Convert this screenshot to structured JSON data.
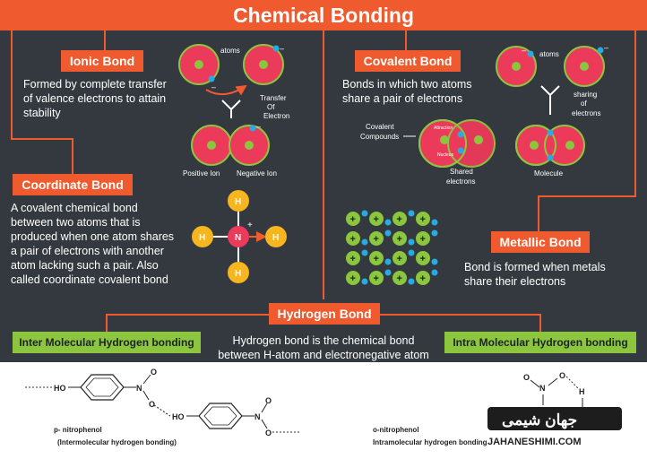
{
  "title": "Chemical Bonding",
  "ionic": {
    "label": "Ionic Bond",
    "text": [
      "Formed by complete transfer",
      "of valence electrons to attain",
      "stability"
    ],
    "atoms_label": "atoms",
    "transfer_label": [
      "Transfer",
      "Of",
      "Electron"
    ],
    "positive_ion": "Positive Ion",
    "negative_ion": "Negative Ion"
  },
  "covalent": {
    "label": "Covalent Bond",
    "text": [
      "Bonds in which two atoms",
      "share a pair of electrons"
    ],
    "compounds_label": [
      "Covalent",
      "Compounds"
    ],
    "attraction": "Attraction",
    "nucleus": "Nucleus",
    "shared_label": [
      "Shared",
      "electrons"
    ],
    "atoms_label": "atoms",
    "sharing_label": [
      "sharing",
      "of",
      "electrons"
    ],
    "molecule_label": "Molecule"
  },
  "coordinate": {
    "label": "Coordinate Bond",
    "text": [
      "A covalent chemical bond",
      "between two atoms that is",
      "produced when one atom shares",
      "a pair of electrons with another",
      "atom lacking such a pair. Also",
      "called coordinate covalent bond"
    ],
    "atoms": {
      "h": "H",
      "n": "N",
      "plus": "+"
    }
  },
  "metallic": {
    "label": "Metallic Bond",
    "text": [
      "Bond is formed when metals",
      "share their electrons"
    ]
  },
  "hydrogen": {
    "label": "Hydrogen Bond",
    "text": [
      "Hydrogen bond is the chemical bond",
      "between H-atom and electronegative atom"
    ],
    "inter_label": "Inter Molecular Hydrogen bonding",
    "intra_label": "Intra Molecular Hydrogen bonding",
    "p_nitrophenol": "p- nitrophenol",
    "p_note": "(Intermolecular hydrogen bonding)",
    "o_nitrophenol": "o-nitrophenol",
    "o_note": "Intramolecular hydrogen bonding",
    "ho": "HO",
    "n": "N",
    "o": "O",
    "h": "H"
  },
  "watermark": {
    "arabic": "جهان شیمی",
    "latin": "JAHANESHIMI.COM"
  },
  "colors": {
    "orange": "#ef5a2f",
    "green": "#8cc63f",
    "atom": "#ec3a5a",
    "nucleus": "#8cc63f",
    "electron": "#29aae1",
    "yellow": "#f7b520",
    "bg": "#33393f"
  }
}
